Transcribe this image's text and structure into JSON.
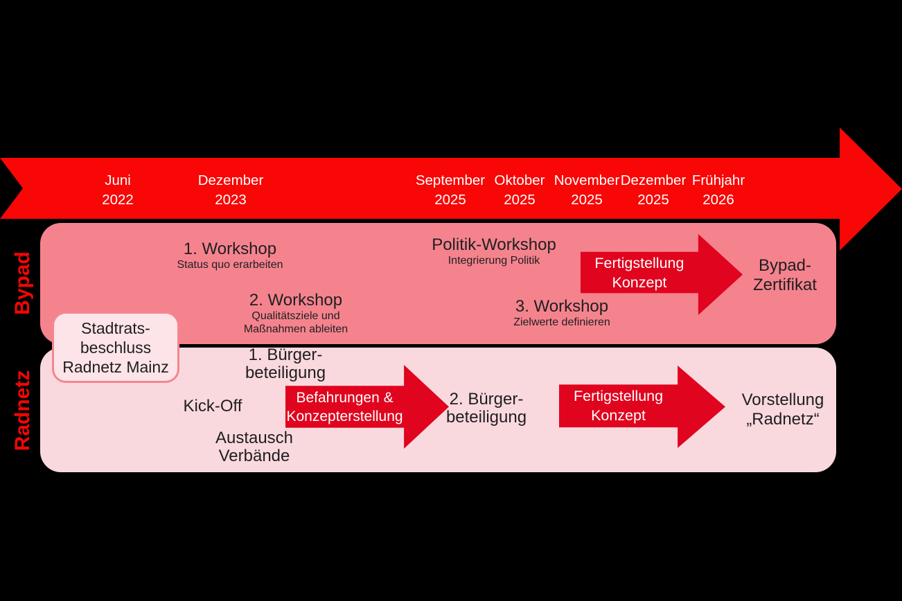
{
  "palette": {
    "background": "#000000",
    "timeline_arrow_red": "#F90606",
    "process_arrow_red": "#E0041E",
    "bypad_band_pink": "#F5838E",
    "radnetz_band_pink": "#FAD9DE",
    "decision_box_fill": "#FCE4E8",
    "decision_box_border": "#F5858F",
    "row_label_red": "#F30505",
    "text_dark": "#1E1E20",
    "text_light": "#FFFFFF"
  },
  "timeline": {
    "dates": [
      {
        "month": "Juni",
        "year": "2022"
      },
      {
        "month": "Dezember",
        "year": "2023"
      },
      {
        "month": "September",
        "year": "2025"
      },
      {
        "month": "Oktober",
        "year": "2025"
      },
      {
        "month": "November",
        "year": "2025"
      },
      {
        "month": "Dezember",
        "year": "2025"
      },
      {
        "month": "Frühjahr",
        "year": "2026"
      }
    ]
  },
  "bypad": {
    "row_label": "Bypad",
    "milestones": [
      {
        "title": "1. Workshop",
        "subtitle": "Status quo erarbeiten"
      },
      {
        "title": "2. Workshop",
        "subtitle": "Qualitätsziele und\nMaßnahmen ableiten"
      },
      {
        "title": "Politik-Workshop",
        "subtitle": "Integrierung Politik"
      },
      {
        "title": "3. Workshop",
        "subtitle": "Zielwerte definieren"
      }
    ],
    "arrow": {
      "line1": "Fertigstellung",
      "line2": "Konzept"
    },
    "result": {
      "line1": "Bypad-",
      "line2": "Zertifikat"
    }
  },
  "radnetz": {
    "row_label": "Radnetz",
    "decision_box": {
      "line1": "Stadtrats-",
      "line2": "beschluss",
      "line3": "Radnetz Mainz"
    },
    "milestones": [
      {
        "line1": "1. Bürger-",
        "line2": "beteiligung"
      },
      {
        "line1": "Kick-Off"
      },
      {
        "line1": "Austausch",
        "line2": "Verbände"
      },
      {
        "line1": "2. Bürger-",
        "line2": "beteiligung"
      }
    ],
    "arrow1": {
      "line1": "Befahrungen &",
      "line2": "Konzepterstellung"
    },
    "arrow2": {
      "line1": "Fertigstellung",
      "line2": "Konzept"
    },
    "result": {
      "line1": "Vorstellung",
      "line2": "„Radnetz“"
    }
  }
}
